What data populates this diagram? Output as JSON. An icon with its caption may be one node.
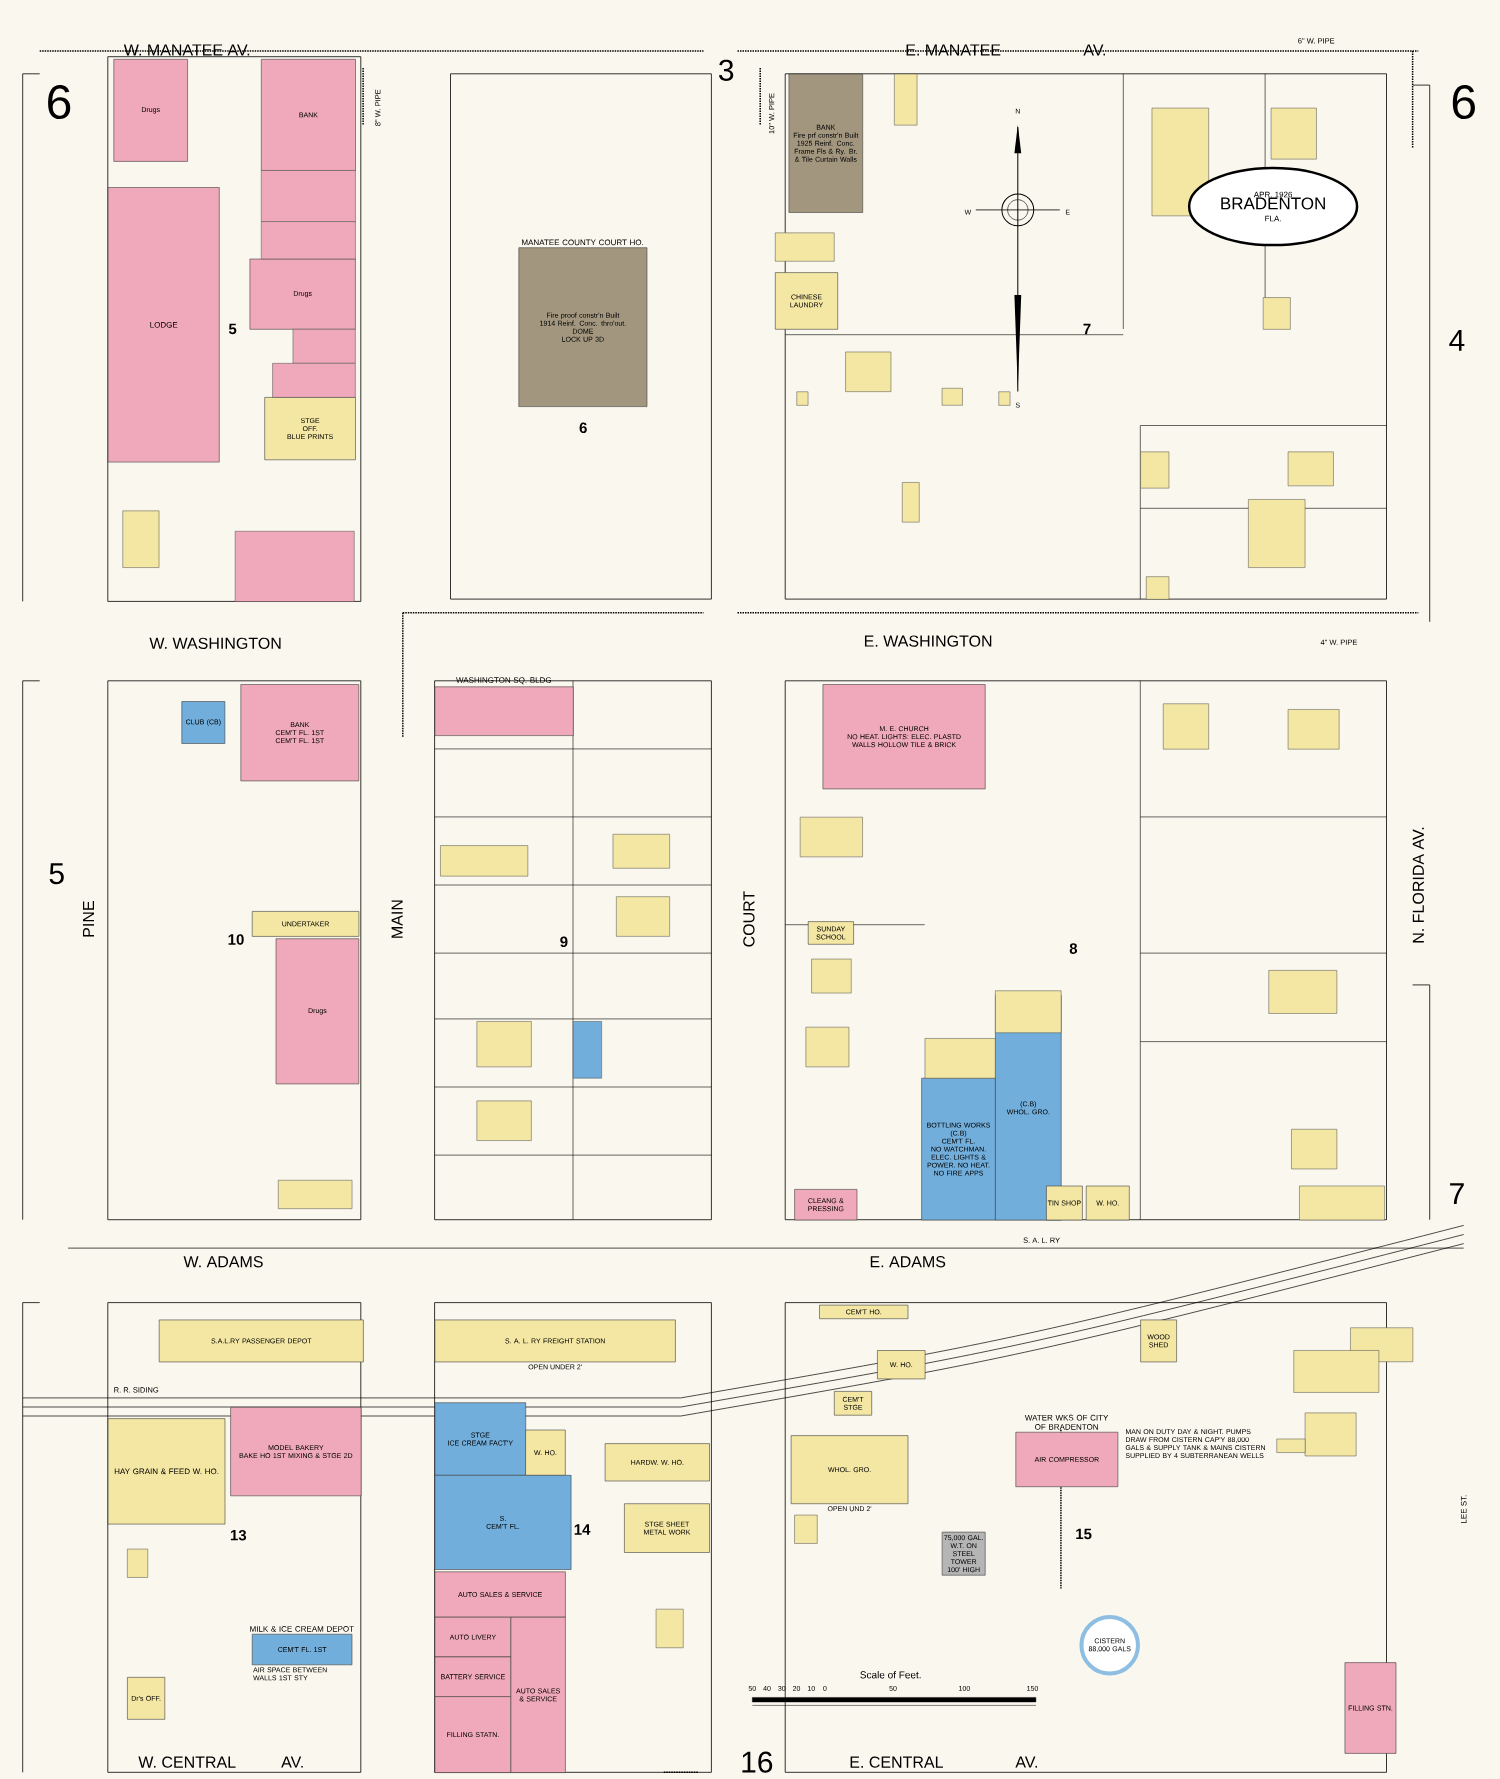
{
  "diagram": {
    "nodes": [
      {
        "text": [
          "Drugs"
        ]
      },
      {
        "text": [
          "BANK"
        ]
      },
      {
        "text": [
          "LODGE"
        ]
      },
      {
        "text": [
          "Drugs"
        ]
      },
      {
        "text": [
          "STGE",
          "OFF.",
          "BLUE PRINTS"
        ]
      },
      {
        "text": [
          "MANATEE COUNTY COURT HO.",
          "Fire proof constr'n Built 1914 Reinf. Conc. thro'out.",
          "DOME",
          "LOCK UP 3D"
        ]
      },
      {
        "text": [
          "BANK",
          "Fire prf constr'n Built 1925 Reinf. Conc. Frame Fls & Ry. Br. & Tile Curtain Walls"
        ]
      },
      {
        "text": [
          "CHINESE LAUNDRY"
        ]
      },
      {
        "text": [
          "APR. 1926",
          "BRADENTON",
          "FLA."
        ]
      },
      {
        "text": [
          "CLUB (CB)"
        ]
      },
      {
        "text": [
          "BANK",
          "CEM'T FL. 1ST",
          "CEM'T FL. 1ST"
        ]
      },
      {
        "text": [
          "UNDERTAKER"
        ]
      },
      {
        "text": [
          "Drugs"
        ]
      },
      {
        "text": [
          "WASHINGTON SQ. BLDG"
        ]
      },
      {
        "text": [
          "M. E. CHURCH",
          "NO HEAT. LIGHTS: ELEC. PLASTD WALLS HOLLOW TILE & BRICK"
        ]
      },
      {
        "text": [
          "SUNDAY SCHOOL"
        ]
      },
      {
        "text": [
          "BOTTLING WORKS",
          "(C.B)",
          "CEM'T FL.",
          "NO WATCHMAN. ELEC. LIGHTS & POWER. NO HEAT. NO FIRE APPS"
        ]
      },
      {
        "text": [
          "(C.B)",
          "WHOL. GRO."
        ]
      },
      {
        "text": [
          "CLEANG & PRESSING"
        ]
      },
      {
        "text": [
          "TIN SHOP"
        ]
      },
      {
        "text": [
          "W. HO."
        ]
      },
      {
        "text": [
          "S.A.L.RY PASSENGER DEPOT"
        ]
      },
      {
        "text": [
          "S. A. L. RY FREIGHT STATION"
        ],
        "beside": [
          "OPEN UNDER 2'"
        ]
      },
      {
        "text": [
          "HAY GRAIN & FEED W. HO."
        ]
      },
      {
        "text": [
          "MODEL BAKERY",
          "BAKE HO 1ST MIXING & STGE 2D"
        ]
      },
      {
        "text": [
          "STGE",
          "ICE CREAM FACT'Y"
        ]
      },
      {
        "text": [
          "W. HO."
        ]
      },
      {
        "text": [
          "S.",
          "CEM'T FL."
        ]
      },
      {
        "text": [
          "AUTO SALES & SERVICE"
        ]
      },
      {
        "text": [
          "AUTO LIVERY"
        ]
      },
      {
        "text": [
          "BATTERY SERVICE"
        ]
      },
      {
        "text": [
          "FILLING STATN."
        ]
      },
      {
        "text": [
          "AUTO SALES & SERVICE"
        ]
      },
      {
        "text": [
          "HARDW. W. HO."
        ]
      },
      {
        "text": [
          "STGE SHEET METAL WORK"
        ]
      },
      {
        "text": [
          "CEM'T HO."
        ]
      },
      {
        "text": [
          "W. HO."
        ]
      },
      {
        "text": [
          "CEM'T STGE"
        ]
      },
      {
        "text": [
          "WHOL. GRO."
        ],
        "beside": [
          "OPEN UND 2'"
        ]
      },
      {
        "text": [
          "WATER WKS OF CITY OF BRADENTON",
          "AIR COMPRESSOR"
        ],
        "beside": [
          "MAN ON DUTY DAY & NIGHT. PUMPS DRAW FROM CISTERN CAP'Y 88,000 GALS & SUPPLY TANK & MAINS CISTERN SUPPLIED BY 4 SUBTERRANEAN WELLS"
        ]
      },
      {
        "text": [
          "CISTERN 88,000 GALS"
        ]
      },
      {
        "text": [
          "MILK & ICE CREAM DEPOT",
          "CEM'T FL. 1ST",
          "AIR SPACE BETWEEN WALLS 1ST STY"
        ]
      },
      {
        "text": [
          "Dr's OFF."
        ]
      },
      {
        "text": [
          "WOOD SHED"
        ]
      },
      {
        "text": [
          "FILLING STN."
        ]
      },
      {
        "text": [
          "75,000 GAL. W.T. ON STEEL TOWER 100' HIGH"
        ]
      },
      {
        "text": [],
        "shape": "box"
      },
      {
        "text": [],
        "shape": "box"
      },
      {
        "text": [],
        "shape": "box"
      },
      {
        "text": [],
        "shape": "box"
      },
      {
        "text": [],
        "shape": "box"
      },
      {
        "text": [],
        "shape": "box"
      },
      {
        "text": [],
        "shape": "box"
      },
      {
        "text": [],
        "shape": "box"
      },
      {
        "text": [],
        "shape": "box"
      },
      {
        "text": [],
        "shape": "box"
      },
      {
        "text": [],
        "shape": "box"
      },
      {
        "text": [],
        "shape": "box"
      },
      {
        "text": [],
        "shape": "box"
      },
      {
        "text": [],
        "shape": "box"
      },
      {
        "text": [],
        "shape": "box"
      },
      {
        "text": [],
        "shape": "box"
      },
      {
        "text": [],
        "shape": "box"
      },
      {
        "text": [],
        "shape": "box"
      },
      {
        "text": [],
        "shape": "box"
      },
      {
        "text": [],
        "shape": "box"
      },
      {
        "text": [],
        "shape": "box"
      },
      {
        "text": [],
        "shape": "box"
      },
      {
        "text": [],
        "shape": "box"
      },
      {
        "text": [],
        "shape": "box"
      },
      {
        "text": [],
        "shape": "box"
      },
      {
        "text": [],
        "shape": "box"
      },
      {
        "text": [],
        "shape": "box"
      },
      {
        "text": [],
        "shape": "box"
      },
      {
        "text": [],
        "shape": "box"
      },
      {
        "text": [],
        "shape": "box"
      },
      {
        "text": [],
        "shape": "box"
      },
      {
        "text": [],
        "shape": "box"
      },
      {
        "text": [],
        "shape": "box"
      },
      {
        "text": [],
        "shape": "box"
      },
      {
        "text": [],
        "shape": "box"
      },
      {
        "text": [],
        "shape": "box"
      },
      {
        "text": [],
        "shape": "box"
      },
      {
        "text": [],
        "shape": "box"
      },
      {
        "text": [],
        "shape": "box"
      },
      {
        "text": [],
        "shape": "box"
      },
      {
        "text": [],
        "shape": "box"
      },
      {
        "text": [],
        "shape": "box"
      },
      {
        "text": [],
        "shape": "box"
      },
      {
        "text": [],
        "shape": "box"
      }
    ],
    "labels": [
      "W. MANATEE AV.",
      "E. MANATEE",
      "AV.",
      "W. WASHINGTON",
      "E. WASHINGTON",
      "W. ADAMS",
      "E. ADAMS",
      "W. CENTRAL",
      "AV.",
      "E. CENTRAL",
      "AV.",
      "PINE",
      "MAIN",
      "COURT",
      "N. FLORIDA AV.",
      "LEE ST.",
      "6",
      "3",
      "6",
      "4",
      "5",
      "7",
      "16",
      "5",
      "6",
      "7",
      "10",
      "9",
      "8",
      "13",
      "14",
      "15",
      "S. A. L. RY",
      "R. R. SIDING",
      "Scale of Feet.",
      "8\" W. PIPE",
      "10\" W. PIPE",
      "6\" W. PIPE",
      "4\" W. PIPE",
      "N",
      "W",
      "E",
      "S",
      "50",
      "40",
      "30",
      "20",
      "10",
      "0",
      "50",
      "100",
      "150"
    ]
  }
}
